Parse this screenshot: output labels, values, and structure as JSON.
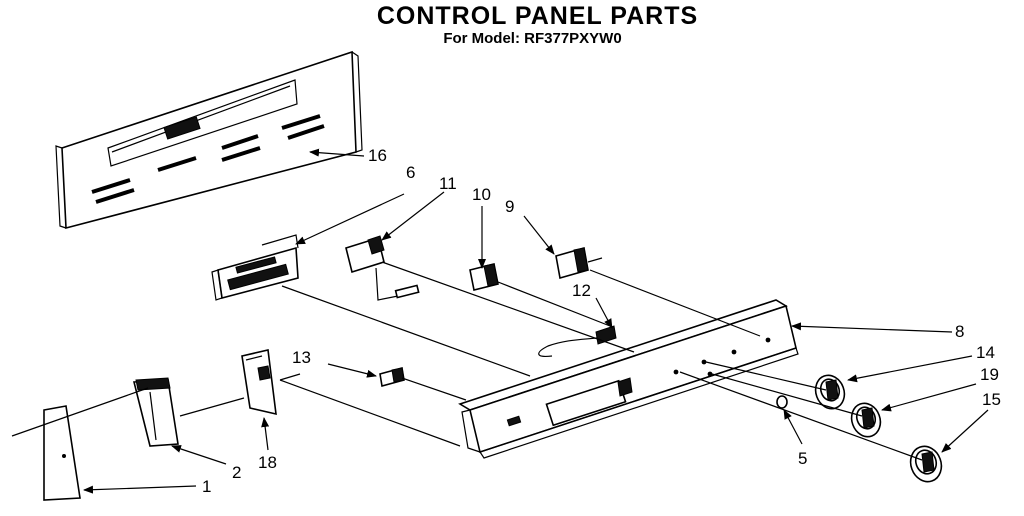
{
  "header": {
    "title": "CONTROL PANEL PARTS",
    "subtitle": "For Model: RF377PXYW0"
  },
  "callouts": [
    {
      "id": "16",
      "label": "16"
    },
    {
      "id": "6",
      "label": "6"
    },
    {
      "id": "11",
      "label": "11"
    },
    {
      "id": "10",
      "label": "10"
    },
    {
      "id": "9",
      "label": "9"
    },
    {
      "id": "12",
      "label": "12"
    },
    {
      "id": "8",
      "label": "8"
    },
    {
      "id": "14",
      "label": "14"
    },
    {
      "id": "19",
      "label": "19"
    },
    {
      "id": "15",
      "label": "15"
    },
    {
      "id": "13",
      "label": "13"
    },
    {
      "id": "5",
      "label": "5"
    },
    {
      "id": "18",
      "label": "18"
    },
    {
      "id": "2",
      "label": "2"
    },
    {
      "id": "1",
      "label": "1"
    }
  ]
}
